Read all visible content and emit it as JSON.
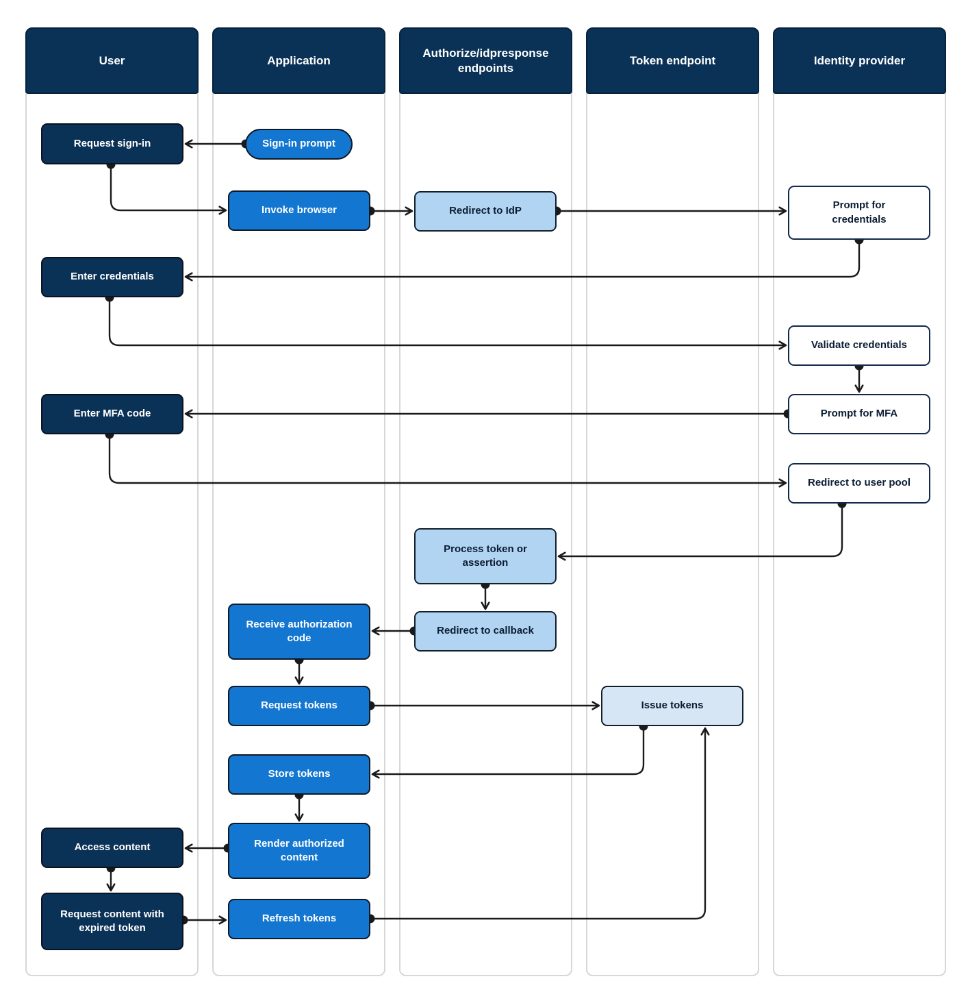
{
  "palette": {
    "lane_header_fill": "#0A3156",
    "user_node_fill": "#0A3156",
    "application_node_fill": "#1376D0",
    "endpoint_node_fill": "#B0D4F1",
    "token_endpoint_node_fill": "#D6E6F5",
    "identity_provider_node_fill": "#FFFFFF",
    "connector_color": "#1A1A1A",
    "lane_border": "#D7D7D9"
  },
  "lanes": [
    {
      "title": "User"
    },
    {
      "title": "Application"
    },
    {
      "title": "Authorize/idpresponse endpoints"
    },
    {
      "title": "Token endpoint"
    },
    {
      "title": "Identity provider"
    }
  ],
  "nodes": {
    "request_sign_in": {
      "label": "Request sign-in",
      "lane": "User"
    },
    "sign_in_prompt": {
      "label": "Sign-in prompt",
      "lane": "Application",
      "shape": "pill"
    },
    "invoke_browser": {
      "label": "Invoke browser",
      "lane": "Application"
    },
    "redirect_to_idp": {
      "label": "Redirect to IdP",
      "lane": "Authorize/idpresponse endpoints"
    },
    "prompt_for_credentials": {
      "label": "Prompt for credentials",
      "lane": "Identity provider"
    },
    "enter_credentials": {
      "label": "Enter credentials",
      "lane": "User"
    },
    "validate_credentials": {
      "label": "Validate credentials",
      "lane": "Identity provider"
    },
    "enter_mfa_code": {
      "label": "Enter MFA code",
      "lane": "User"
    },
    "prompt_for_mfa": {
      "label": "Prompt for MFA",
      "lane": "Identity provider"
    },
    "redirect_to_user_pool": {
      "label": "Redirect to user pool",
      "lane": "Identity provider"
    },
    "process_token_or_assertion": {
      "label": "Process token or assertion",
      "lane": "Authorize/idpresponse endpoints"
    },
    "redirect_to_callback": {
      "label": "Redirect to callback",
      "lane": "Authorize/idpresponse endpoints"
    },
    "receive_authorization_code": {
      "label": "Receive authorization code",
      "lane": "Application"
    },
    "request_tokens": {
      "label": "Request tokens",
      "lane": "Application"
    },
    "issue_tokens": {
      "label": "Issue tokens",
      "lane": "Token endpoint"
    },
    "store_tokens": {
      "label": "Store tokens",
      "lane": "Application"
    },
    "render_authorized_content": {
      "label": "Render authorized content",
      "lane": "Application"
    },
    "access_content": {
      "label": "Access content",
      "lane": "User"
    },
    "request_content_with_expired_token": {
      "label": "Request content with expired token",
      "lane": "User"
    },
    "refresh_tokens": {
      "label": "Refresh tokens",
      "lane": "Application"
    }
  },
  "connections": [
    {
      "from": "sign_in_prompt",
      "to": "request_sign_in"
    },
    {
      "from": "request_sign_in",
      "to": "invoke_browser"
    },
    {
      "from": "invoke_browser",
      "to": "redirect_to_idp"
    },
    {
      "from": "redirect_to_idp",
      "to": "prompt_for_credentials"
    },
    {
      "from": "prompt_for_credentials",
      "to": "enter_credentials"
    },
    {
      "from": "enter_credentials",
      "to": "validate_credentials"
    },
    {
      "from": "validate_credentials",
      "to": "prompt_for_mfa"
    },
    {
      "from": "prompt_for_mfa",
      "to": "enter_mfa_code"
    },
    {
      "from": "enter_mfa_code",
      "to": "redirect_to_user_pool"
    },
    {
      "from": "redirect_to_user_pool",
      "to": "process_token_or_assertion"
    },
    {
      "from": "process_token_or_assertion",
      "to": "redirect_to_callback"
    },
    {
      "from": "redirect_to_callback",
      "to": "receive_authorization_code"
    },
    {
      "from": "receive_authorization_code",
      "to": "request_tokens"
    },
    {
      "from": "request_tokens",
      "to": "issue_tokens"
    },
    {
      "from": "issue_tokens",
      "to": "store_tokens"
    },
    {
      "from": "store_tokens",
      "to": "render_authorized_content"
    },
    {
      "from": "render_authorized_content",
      "to": "access_content"
    },
    {
      "from": "access_content",
      "to": "request_content_with_expired_token"
    },
    {
      "from": "request_content_with_expired_token",
      "to": "refresh_tokens"
    },
    {
      "from": "refresh_tokens",
      "to": "issue_tokens"
    }
  ]
}
